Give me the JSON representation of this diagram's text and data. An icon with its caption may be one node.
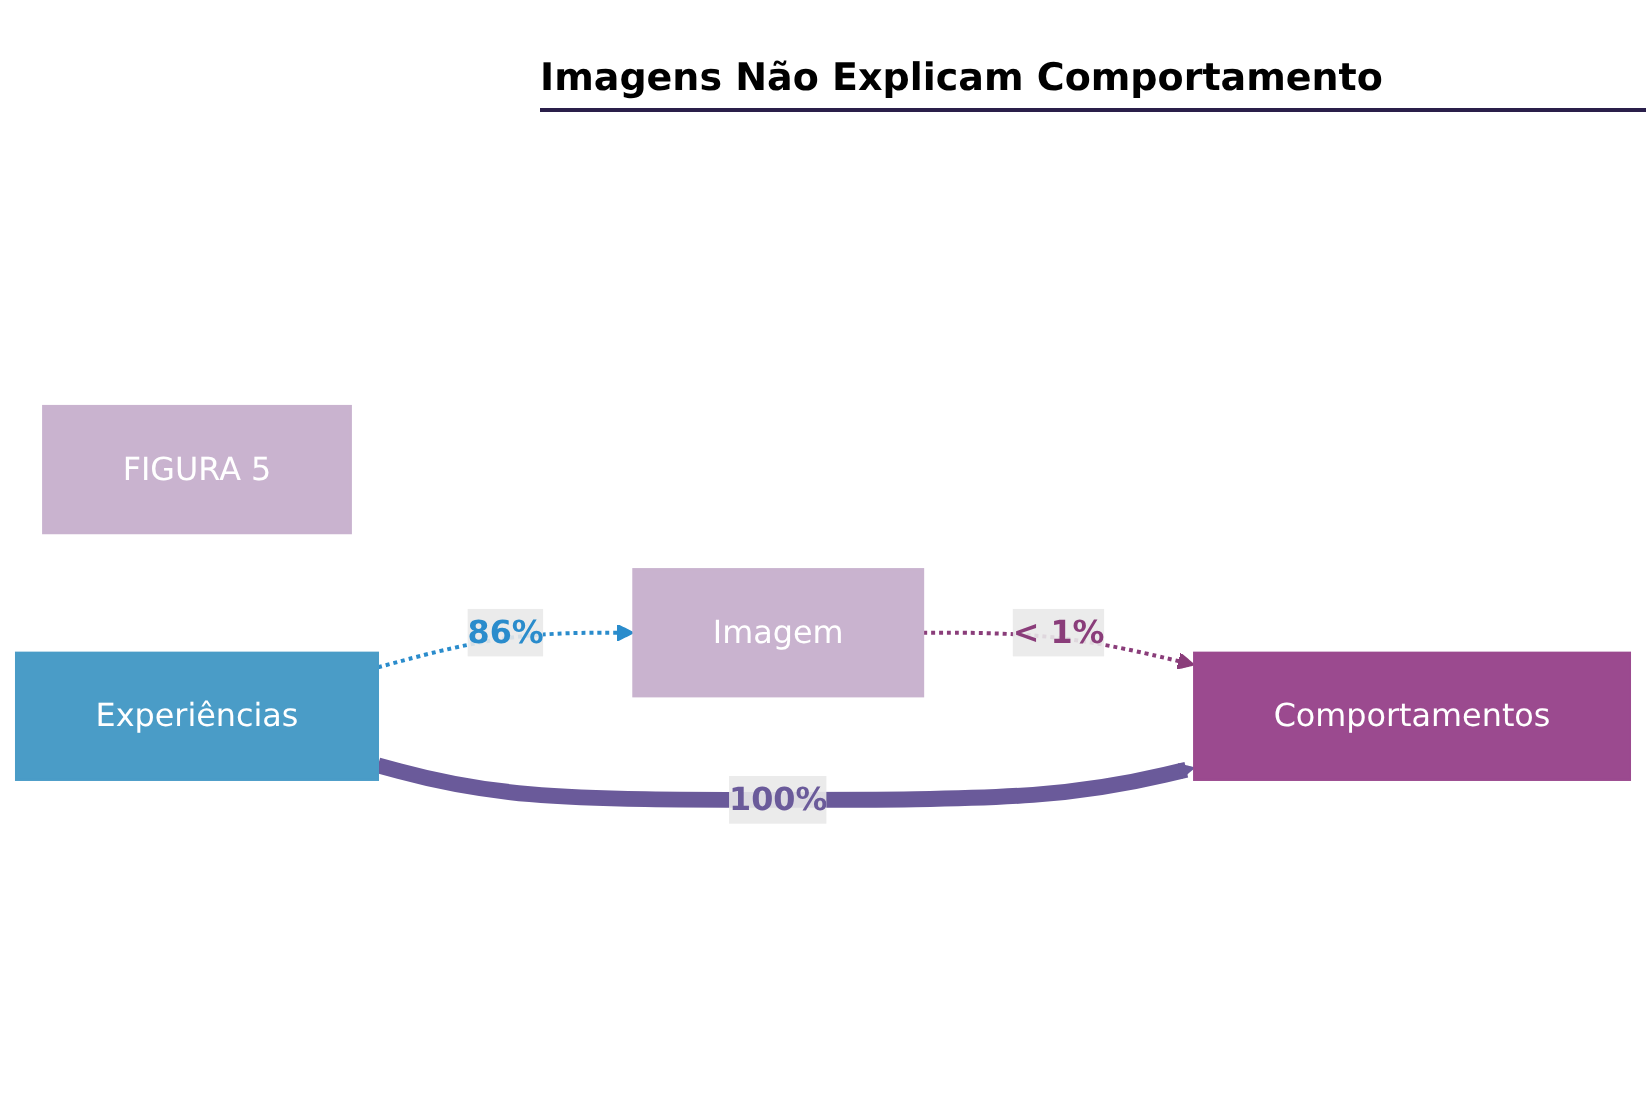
{
  "diagram": {
    "title": "Imagens Não Explicam Comportamento",
    "nodes": [
      {
        "text": [
          "FIGURA 5"
        ]
      },
      {
        "text": [
          "Imagem"
        ]
      },
      {
        "text": [
          "Experiências"
        ]
      },
      {
        "text": [
          "Comportamentos"
        ]
      }
    ],
    "edges": [
      {
        "from": 2,
        "to": 1,
        "arrow": "to",
        "label": "86%",
        "style": "dashed",
        "color": "#2a8ccc"
      },
      {
        "from": 1,
        "to": 3,
        "arrow": "to",
        "label": "< 1%",
        "style": "dashed",
        "color": "#8a3d7a"
      },
      {
        "from": 2,
        "to": 3,
        "arrow": "to",
        "label": "100%",
        "style": "thick",
        "color": "#6a5a9a"
      }
    ]
  }
}
